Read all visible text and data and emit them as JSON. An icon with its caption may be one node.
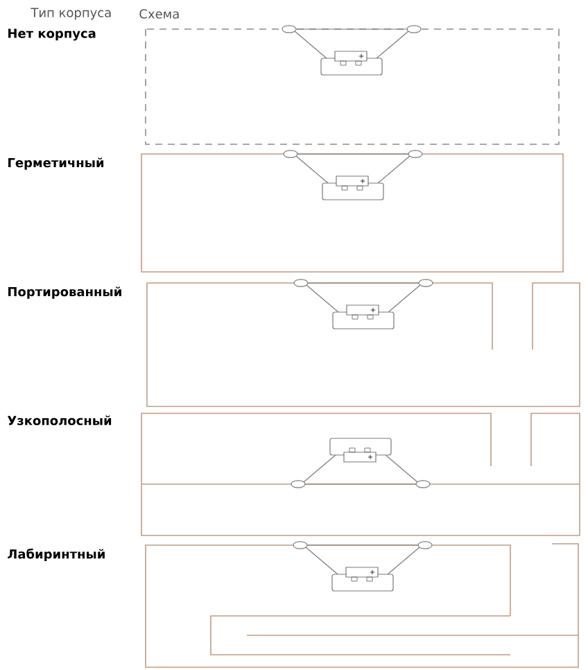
{
  "diagram": {
    "labels": [
      "Тип корпуса",
      "Схема",
      "Нет корпуса",
      "Герметичный",
      "Портированный",
      "Узкополосный",
      "Лабиринтный"
    ]
  }
}
